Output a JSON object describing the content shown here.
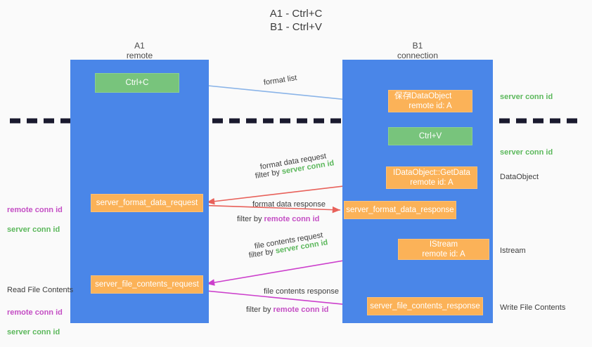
{
  "title": "A1 - Ctrl+C\nB1 - Ctrl+V",
  "lanes": [
    {
      "name": "A1",
      "sub": "remote",
      "label": "A1\nremote"
    },
    {
      "name": "B1",
      "sub": "connection",
      "label": "B1\nconnection"
    }
  ],
  "nodes": {
    "ctrl_c": "Ctrl+C",
    "idataobject": "IDataObject\nremote id: A",
    "idataobject_overlay": "保存",
    "ctrl_v": "Ctrl+V",
    "getdata": "IDataObject::GetData\nremote id: A",
    "server_format_data_request": "server_format_data_request",
    "server_format_data_response": "server_format_data_response",
    "istream": "IStream\nremote id: A",
    "server_file_contents_request": "server_file_contents_request",
    "server_file_contents_response": "server_file_contents_response"
  },
  "edge_labels": {
    "format_list": "format list",
    "format_data_request": "format data request",
    "format_data_request_filter_prefix": "filter by ",
    "format_data_request_filter_value": "server conn id",
    "format_data_response": "format data response",
    "format_data_response_filter_prefix": "filter by ",
    "format_data_response_filter_value": "remote conn id",
    "file_contents_request": "file contents request",
    "file_contents_request_filter_prefix": "filter by ",
    "file_contents_request_filter_value": "server conn id",
    "file_contents_response": "file contents response",
    "file_contents_response_filter_prefix": "filter by ",
    "file_contents_response_filter_value": "remote conn id"
  },
  "side_right": {
    "server_conn_id_1": "server conn id",
    "server_conn_id_2": "server conn id",
    "dataobject": "DataObject",
    "istream": "Istream",
    "write_file_contents": "Write File Contents"
  },
  "side_left": {
    "remote_conn_id_1": "remote conn id",
    "server_conn_id_1": "server conn id",
    "read_file_contents": "Read File Contents",
    "remote_conn_id_2": "remote conn id",
    "server_conn_id_2": "server conn id"
  },
  "colors": {
    "lane": "#4a86e8",
    "green_node": "#78c47c",
    "orange_node": "#fbb258",
    "green_text": "#5cb85c",
    "purple_text": "#c44ec4",
    "red_arrow": "#e8615a",
    "magenta_arrow": "#cc3fcc",
    "blue_arrow": "#8ab4e8",
    "black_arrow": "#111111",
    "background": "#fafafa"
  }
}
